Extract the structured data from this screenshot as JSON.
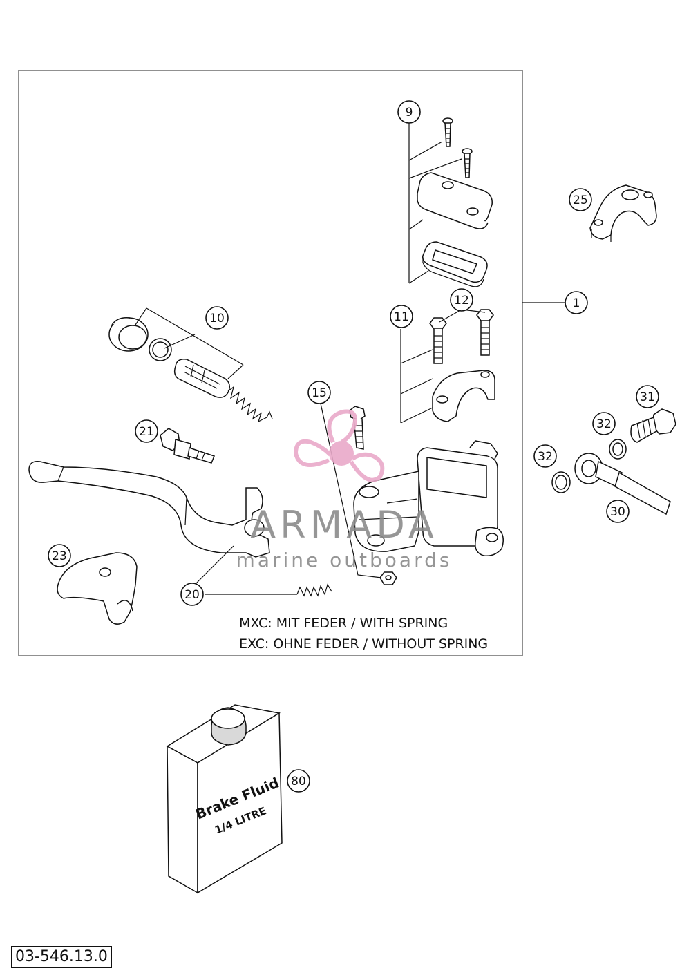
{
  "callouts": [
    {
      "id": "9",
      "label": "9"
    },
    {
      "id": "25",
      "label": "25"
    },
    {
      "id": "1",
      "label": "1"
    },
    {
      "id": "12",
      "label": "12"
    },
    {
      "id": "11",
      "label": "11"
    },
    {
      "id": "10",
      "label": "10"
    },
    {
      "id": "15",
      "label": "15"
    },
    {
      "id": "31",
      "label": "31"
    },
    {
      "id": "32a",
      "label": "32"
    },
    {
      "id": "32b",
      "label": "32"
    },
    {
      "id": "30",
      "label": "30"
    },
    {
      "id": "21",
      "label": "21"
    },
    {
      "id": "23",
      "label": "23"
    },
    {
      "id": "20",
      "label": "20"
    },
    {
      "id": "80",
      "label": "80"
    }
  ],
  "notes": {
    "mxc": "MXC: MIT FEDER / WITH SPRING",
    "exc": "EXC: OHNE FEDER / WITHOUT SPRING"
  },
  "can": {
    "line1": "Brake Fluid",
    "line2": "1/4 LITRE"
  },
  "watermark": {
    "brand": "ARMADA",
    "tagline": "marine outboards",
    "color": "#e9a9c9"
  },
  "part_code": "03-546.13.0"
}
